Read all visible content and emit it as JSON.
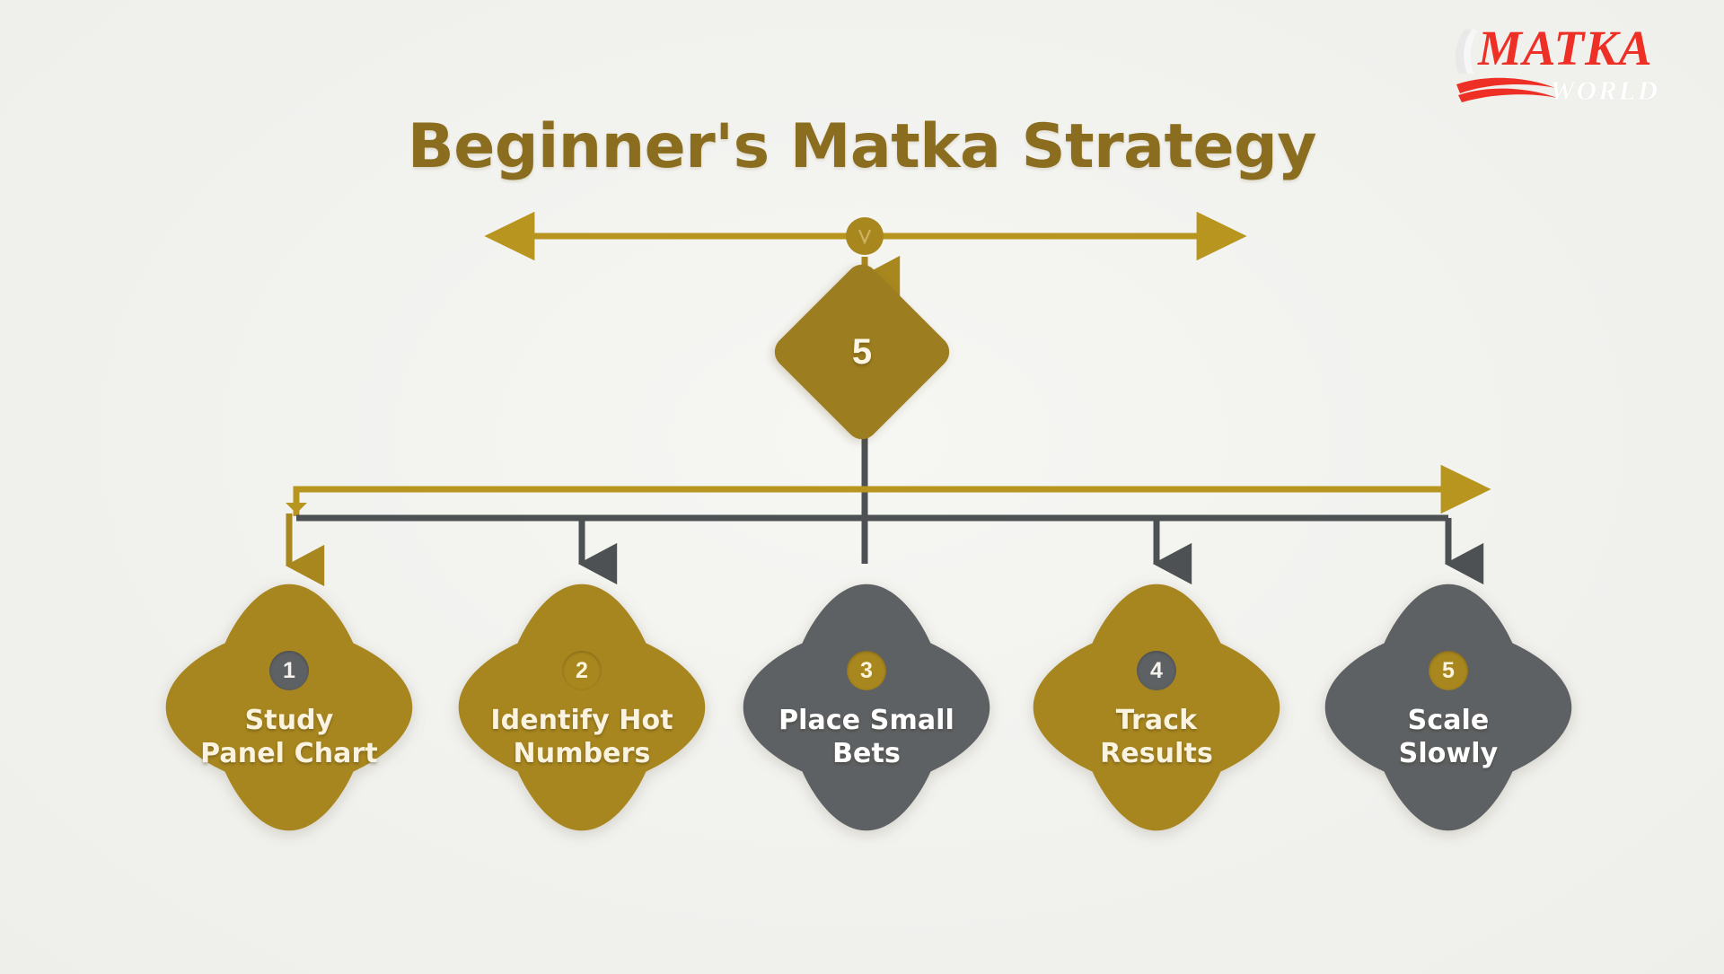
{
  "page": {
    "title": "Beginner's Matka Strategy",
    "background_color": "#f2f2ef"
  },
  "logo": {
    "primary_text": "MATKA",
    "secondary_text": "WORLD",
    "primary_color": "#ee2f26",
    "secondary_color": "#ffffff"
  },
  "colors": {
    "gold": "#a8871f",
    "gold_dark": "#9c7d1f",
    "gold_line": "#b8951f",
    "gray": "#5e6163",
    "gray_line": "#4e5153",
    "title": "#8a6d1e",
    "cream": "#faf3e0"
  },
  "central": {
    "label": "5",
    "shape": "diamond",
    "fill": "#9c7d1f",
    "text_color": "#fdf6e4"
  },
  "hub": {
    "top_connector": "double-headed-arrow",
    "node_marker": "circle-node",
    "branch_connector": "branch-line-with-arrow"
  },
  "steps": [
    {
      "number": "1",
      "label": "Study\nPanel Chart",
      "line1": "Study",
      "line2": "Panel Chart",
      "shape_fill": "#a8861f",
      "badge_style": "gray",
      "text_style": "cream",
      "arrow_color": "#a8871f"
    },
    {
      "number": "2",
      "label": "Identify Hot\nNumbers",
      "line1": "Identify Hot",
      "line2": "Numbers",
      "shape_fill": "#a8861f",
      "badge_style": "gold",
      "text_style": "cream",
      "arrow_color": "#4e5153"
    },
    {
      "number": "3",
      "label": "Place Small\nBets",
      "line1": "Place Small",
      "line2": "Bets",
      "shape_fill": "#5e6163",
      "badge_style": "gold",
      "text_style": "white",
      "arrow_color": "#4e5153"
    },
    {
      "number": "4",
      "label": "Track\nResults",
      "line1": "Track",
      "line2": "Results",
      "shape_fill": "#a8861f",
      "badge_style": "gray",
      "text_style": "cream",
      "arrow_color": "#4e5153"
    },
    {
      "number": "5",
      "label": "Scale\nSlowly",
      "line1": "Scale",
      "line2": "Slowly",
      "shape_fill": "#5e6163",
      "badge_style": "gold",
      "text_style": "white",
      "arrow_color": "#4e5153"
    }
  ]
}
